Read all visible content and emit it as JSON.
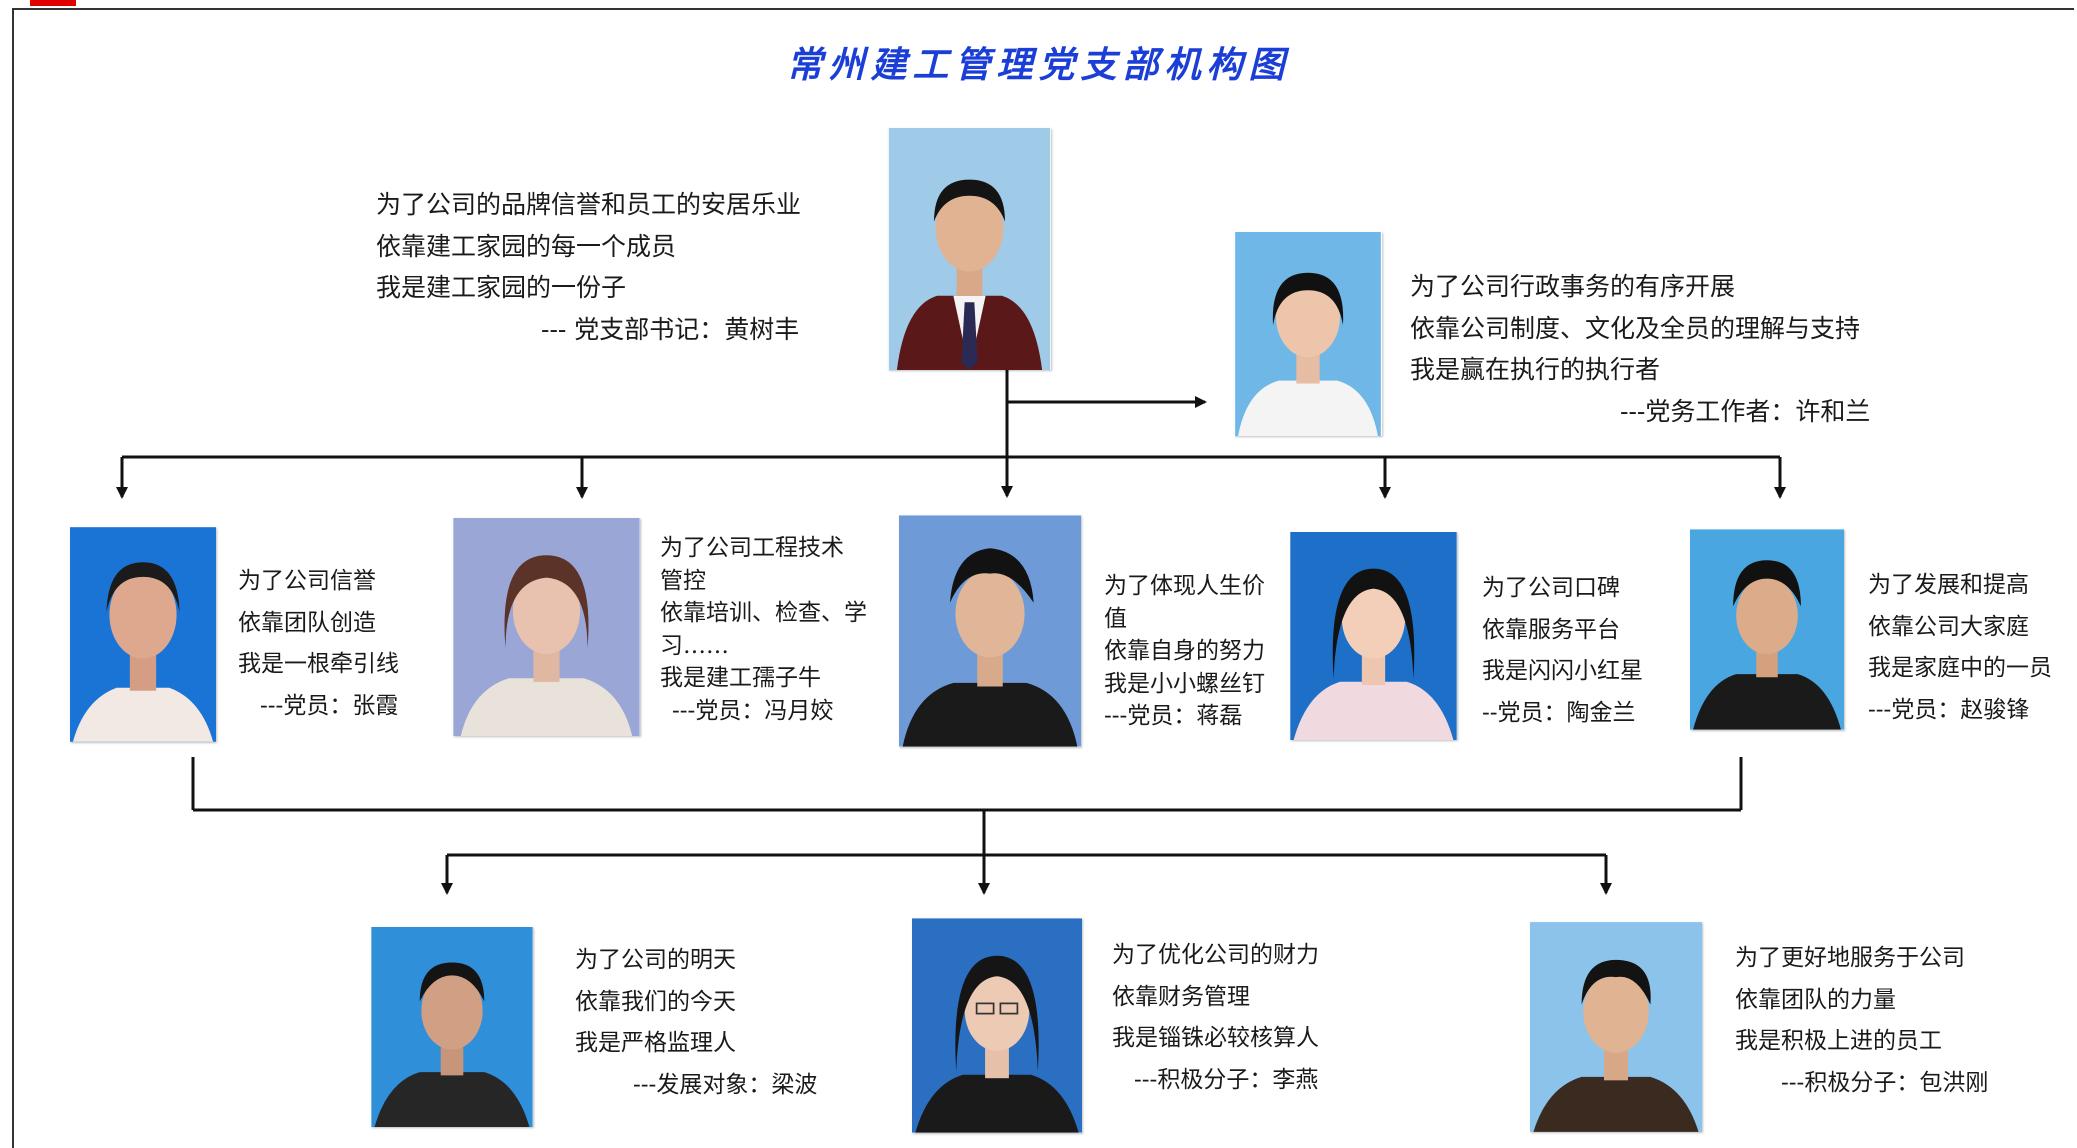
{
  "title": "常州建工管理党支部机构图",
  "colors": {
    "title": "#1b3fd6",
    "line": "#111111",
    "accent_mark": "#e00000"
  },
  "nodes": {
    "secretary": {
      "lines": [
        "为了公司的品牌信誉和员工的安居乐业",
        "依靠建工家园的每一个成员",
        "我是建工家园的一份子"
      ],
      "signature": "--- 党支部书记：黄树丰",
      "photo_bg": "#9fcbe8"
    },
    "party_worker": {
      "lines": [
        "为了公司行政事务的有序开展",
        "依靠公司制度、文化及全员的理解与支持",
        "我是赢在执行的执行者"
      ],
      "signature": "---党务工作者：许和兰",
      "photo_bg": "#6fb7e6"
    },
    "members": [
      {
        "lines": [
          "为了公司信誉",
          "依靠团队创造",
          "我是一根牵引线"
        ],
        "signature": "---党员：张霞",
        "photo_bg": "#1a74d6"
      },
      {
        "lines": [
          "为了公司工程技术",
          "管控",
          "依靠培训、检查、学",
          "习……",
          "我是建工孺子牛"
        ],
        "signature": "---党员：冯月姣",
        "photo_bg": "#9aa7d6"
      },
      {
        "lines": [
          "为了体现人生价",
          "值",
          "依靠自身的努力",
          "我是小小螺丝钉"
        ],
        "signature": "---党员：蒋磊",
        "photo_bg": "#6f9ad8"
      },
      {
        "lines": [
          "为了公司口碑",
          "依靠服务平台",
          "我是闪闪小红星"
        ],
        "signature": "--党员：陶金兰",
        "photo_bg": "#1e6fc7"
      },
      {
        "lines": [
          "为了发展和提高",
          "依靠公司大家庭",
          "我是家庭中的一员"
        ],
        "signature": "---党员：赵骏锋",
        "photo_bg": "#4aa6e0"
      }
    ],
    "juniors": [
      {
        "lines": [
          "为了公司的明天",
          "依靠我们的今天",
          "我是严格监理人"
        ],
        "signature": "---发展对象：梁波",
        "photo_bg": "#2f8fd8"
      },
      {
        "lines": [
          "为了优化公司的财力",
          "依靠财务管理",
          "我是锱铢必较核算人"
        ],
        "signature": "---积极分子：李燕",
        "photo_bg": "#2b6fc2"
      },
      {
        "lines": [
          "为了更好地服务于公司",
          "依靠团队的力量",
          "我是积极上进的员工"
        ],
        "signature": "---积极分子：包洪刚",
        "photo_bg": "#8cc3ea"
      }
    ]
  }
}
